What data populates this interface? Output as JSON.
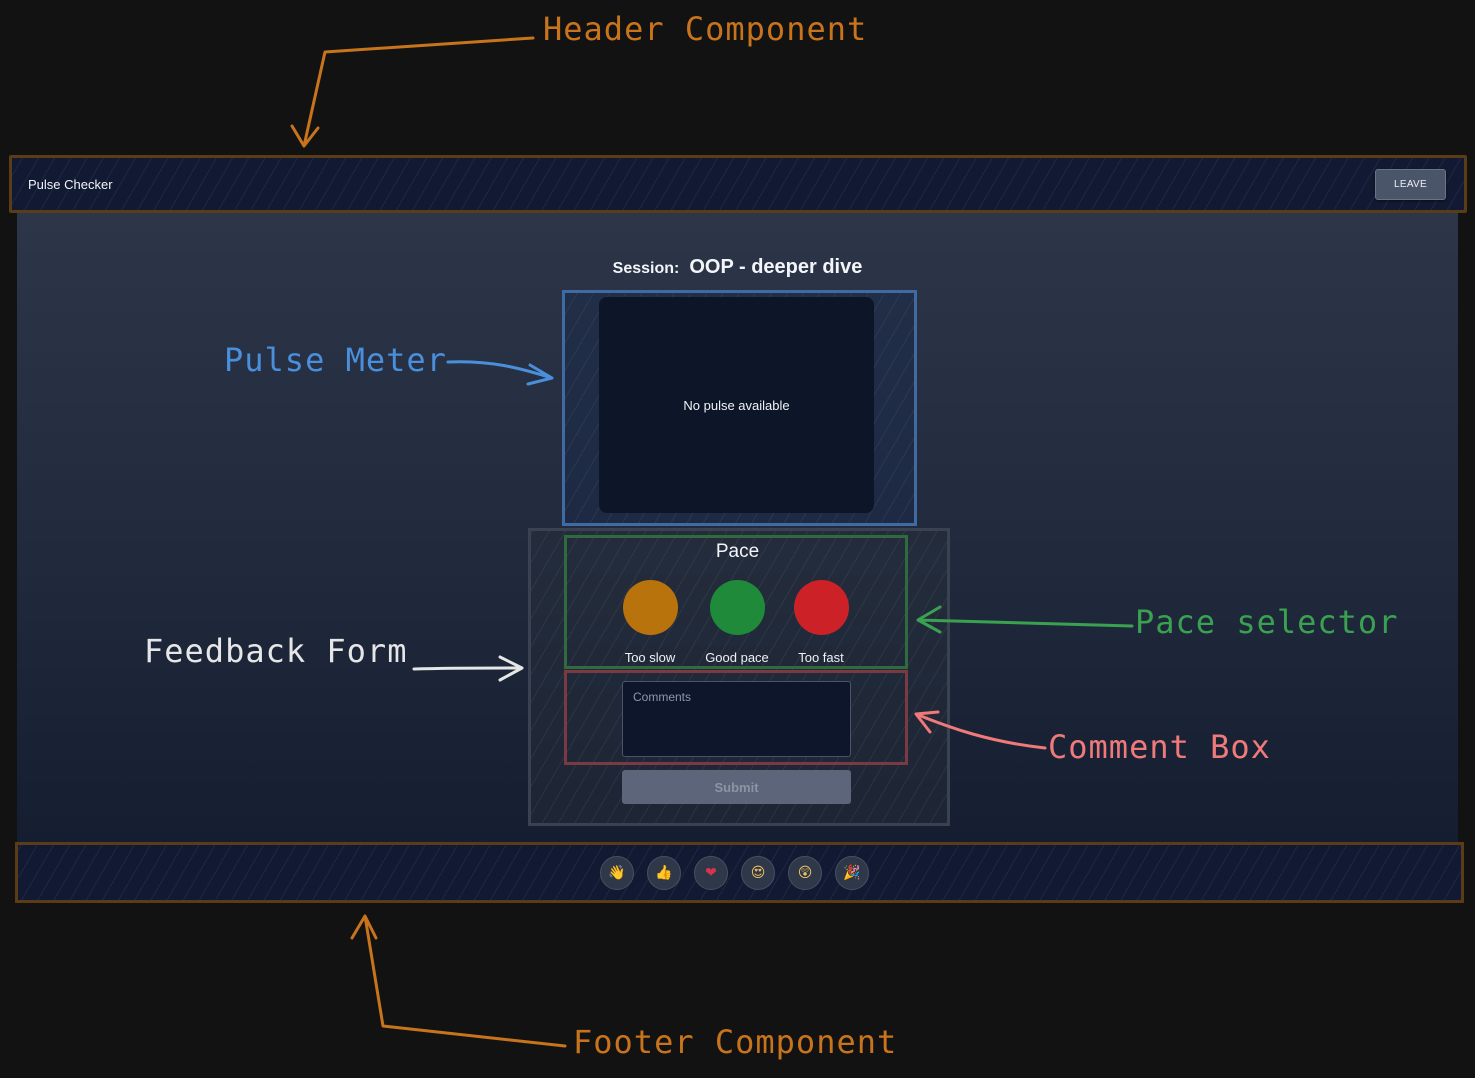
{
  "header": {
    "app_title": "Pulse Checker",
    "leave_label": "LEAVE"
  },
  "session": {
    "label": "Session:",
    "name": "OOP - deeper dive"
  },
  "pulse_meter": {
    "empty_text": "No pulse available"
  },
  "feedback_form": {
    "pace_title": "Pace",
    "pace_options": [
      {
        "label": "Too slow",
        "color": "#b8730c"
      },
      {
        "label": "Good pace",
        "color": "#1f8a3a"
      },
      {
        "label": "Too fast",
        "color": "#cc2227"
      }
    ],
    "comments_placeholder": "Comments",
    "submit_label": "Submit"
  },
  "footer": {
    "reactions": [
      {
        "icon": "waving-hand-icon",
        "glyph": "👋"
      },
      {
        "icon": "thumbs-up-icon",
        "glyph": "👍"
      },
      {
        "icon": "heart-icon",
        "glyph": "❤"
      },
      {
        "icon": "heart-eyes-icon",
        "glyph": "😍"
      },
      {
        "icon": "surprised-face-icon",
        "glyph": "😲"
      },
      {
        "icon": "party-popper-icon",
        "glyph": "🎉"
      }
    ]
  },
  "annotations": {
    "header": {
      "text": "Header Component",
      "color": "#c8741c"
    },
    "pulse": {
      "text": "Pulse Meter",
      "color": "#4a8fdc"
    },
    "pace": {
      "text": "Pace selector",
      "color": "#3aa150"
    },
    "feedback": {
      "text": "Feedback Form",
      "color": "#e6e6e6"
    },
    "comment": {
      "text": "Comment Box",
      "color": "#f07a7a"
    },
    "footer": {
      "text": "Footer Component",
      "color": "#c8741c"
    }
  },
  "colors": {
    "page_bg": "#121212",
    "header_bg": "#121a33",
    "accent_orange": "#c8741c"
  }
}
